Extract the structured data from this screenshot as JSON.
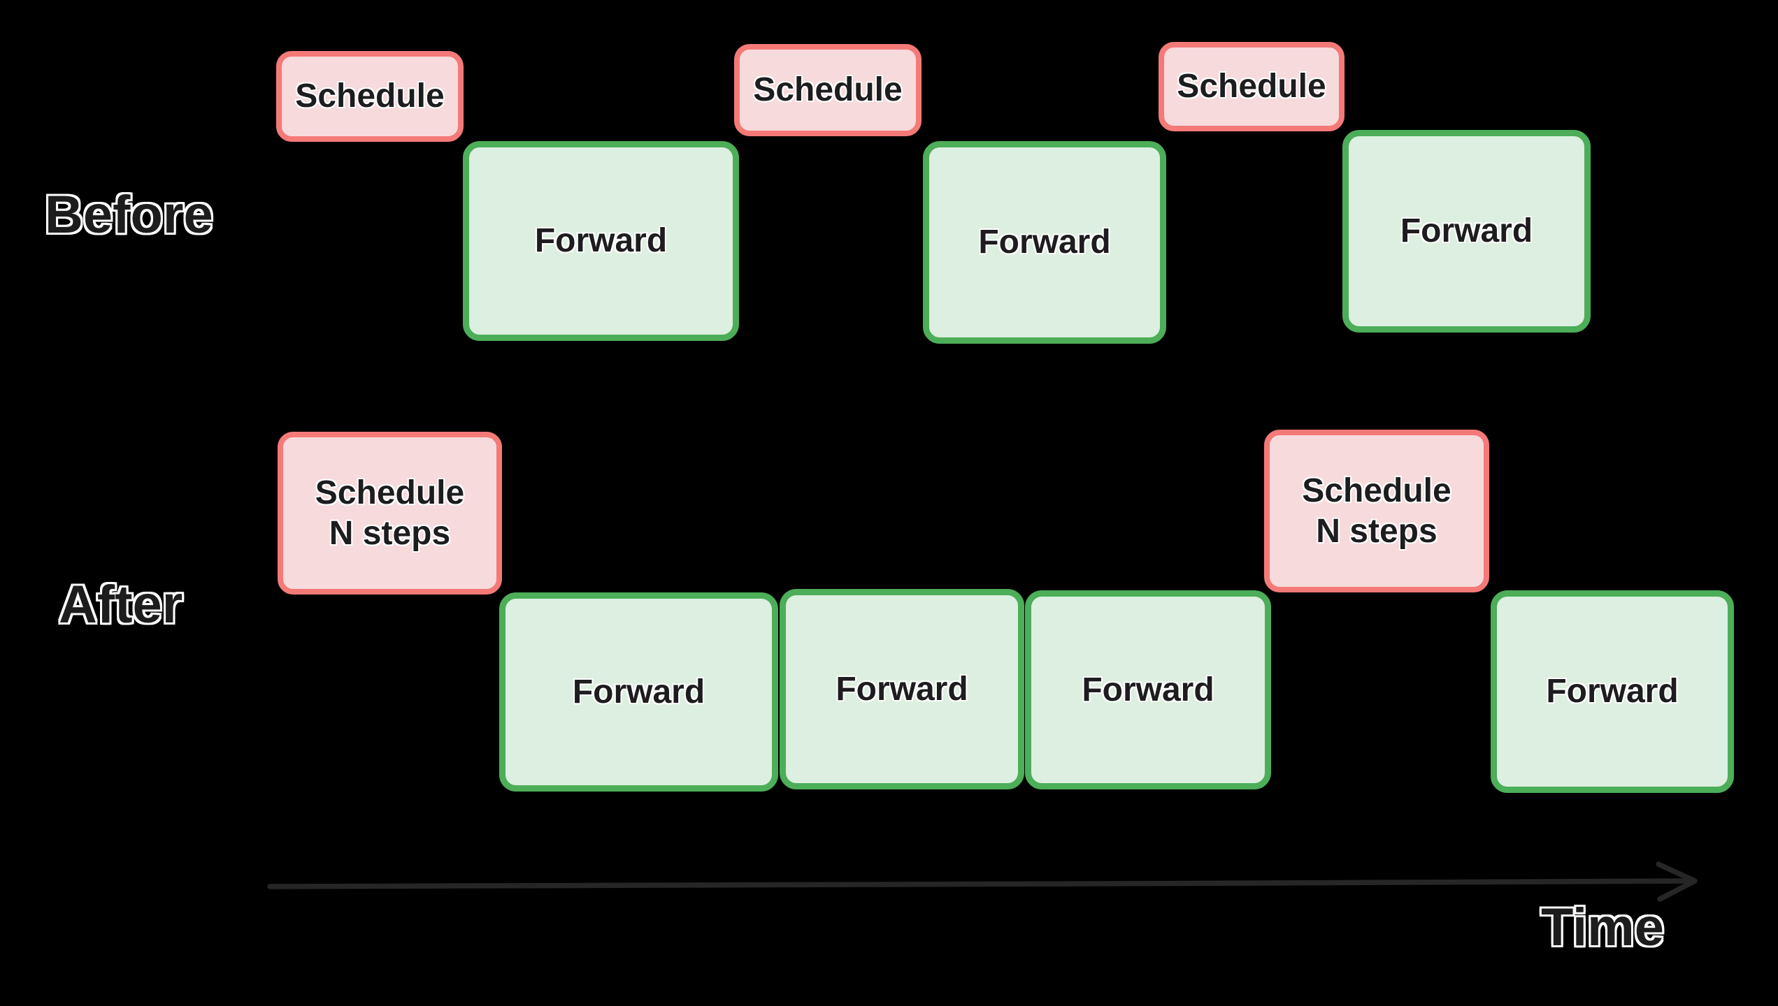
{
  "rows": {
    "before": {
      "label": "Before",
      "sequence": [
        {
          "type": "schedule",
          "label": "Schedule"
        },
        {
          "type": "forward",
          "label": "Forward"
        },
        {
          "type": "schedule",
          "label": "Schedule"
        },
        {
          "type": "forward",
          "label": "Forward"
        },
        {
          "type": "schedule",
          "label": "Schedule"
        },
        {
          "type": "forward",
          "label": "Forward"
        }
      ]
    },
    "after": {
      "label": "After",
      "sequence": [
        {
          "type": "schedule",
          "label": "Schedule",
          "sublabel": "N steps"
        },
        {
          "type": "forward",
          "label": "Forward"
        },
        {
          "type": "forward",
          "label": "Forward"
        },
        {
          "type": "forward",
          "label": "Forward"
        },
        {
          "type": "schedule",
          "label": "Schedule",
          "sublabel": "N steps"
        },
        {
          "type": "forward",
          "label": "Forward"
        }
      ]
    }
  },
  "axis": {
    "label": "Time",
    "direction": "right"
  },
  "colors": {
    "background": "#000000",
    "schedule_fill": "#f7dadc",
    "schedule_border": "#f47a78",
    "forward_fill": "#ddefe0",
    "forward_border": "#4cae58",
    "box_text": "#1d1d1f",
    "label_text": "#1d1d1d",
    "label_outline": "#ffffff",
    "axis_arrow": "#262626"
  }
}
